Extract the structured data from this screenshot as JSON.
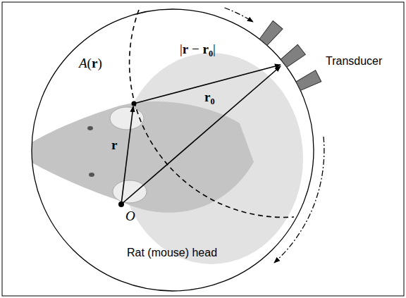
{
  "diagram": {
    "labels": [
      "A(r)",
      "r",
      "|r − r0|",
      "r0",
      "O",
      "Transducer",
      "Rat (mouse) head"
    ]
  }
}
